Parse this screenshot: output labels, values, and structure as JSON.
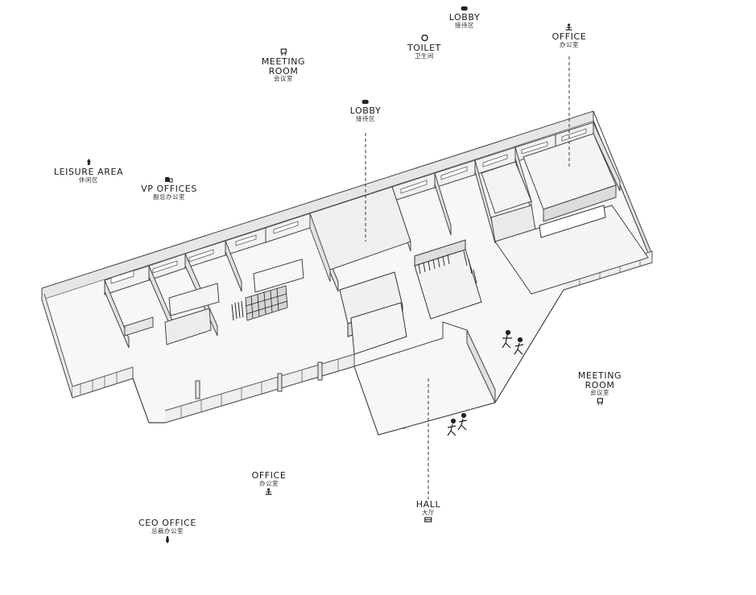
{
  "labels": {
    "lobby_top": {
      "name": "LOBBY",
      "sub": "接待区",
      "icon": "lobby-icon"
    },
    "toilet": {
      "name": "TOILET",
      "sub": "卫生间",
      "icon": "toilet-icon"
    },
    "office_top": {
      "name": "OFFICE",
      "sub": "办公室",
      "icon": "office-desk-icon"
    },
    "meeting_top": {
      "name_1": "MEETING",
      "name_2": "ROOM",
      "sub": "会议室",
      "icon": "meeting-board-icon"
    },
    "lobby_mid": {
      "name": "LOBBY",
      "sub": "接待区",
      "icon": "lobby-icon"
    },
    "leisure": {
      "name": "LEISURE AREA",
      "sub": "休闲区",
      "icon": "plant-icon"
    },
    "vp_offices": {
      "name": "VP OFFICES",
      "sub": "副总办公室",
      "icon": "vp-office-icon"
    },
    "meeting_right": {
      "name_1": "MEETING",
      "name_2": "ROOM",
      "sub": "会议室",
      "icon": "meeting-board-icon"
    },
    "office_bottom": {
      "name": "OFFICE",
      "sub": "办公室",
      "icon": "office-desk-icon"
    },
    "hall": {
      "name": "HALL",
      "sub": "大厅",
      "icon": "hall-icon"
    },
    "ceo_office": {
      "name": "CEO OFFICE",
      "sub": "总裁办公室",
      "icon": "tie-icon"
    }
  },
  "colors": {
    "line": "#333333",
    "glass": "#e9e9e9",
    "floor": "#f7f7f7",
    "wall_top": "#d9d9d9"
  }
}
